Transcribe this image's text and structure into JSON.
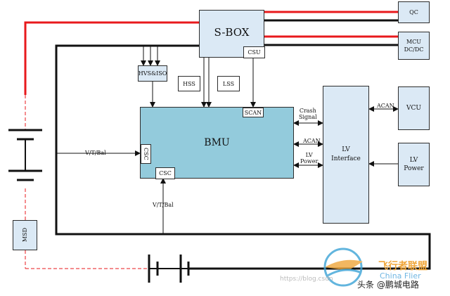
{
  "components": {
    "sbox": "S-BOX",
    "csu": "CSU",
    "qc": "QC",
    "mcu": "MCU\nDC/DC",
    "hvs": "HVS&ISO",
    "hss": "HSS",
    "lss": "LSS",
    "scan": "SCAN",
    "bmu": "BMU",
    "csc_side": "CSC",
    "csc_bottom": "CSC",
    "lv_interface": "LV\nInterface",
    "vcu": "VCU",
    "lv_power": "LV\nPower",
    "msd": "MSD"
  },
  "labels": {
    "vtbal_left": "V/T/Bal",
    "vtbal_bottom": "V/T/Bal",
    "crash_signal": "Crash\nSignal",
    "acan_mid": "ACAN",
    "lv_power_small": "LV\nPower",
    "acan_vcu": "ACAN"
  },
  "watermark": {
    "text1": "飞行者联盟",
    "text2": "China Flier",
    "text3": "头条 @鹏城电路",
    "text4": "https://blog.csdn"
  },
  "colors": {
    "hv_positive": "#e8191c",
    "hv_negative": "#111111",
    "bmu_fill": "#93cbdc",
    "panel_fill": "#dbe9f5"
  }
}
